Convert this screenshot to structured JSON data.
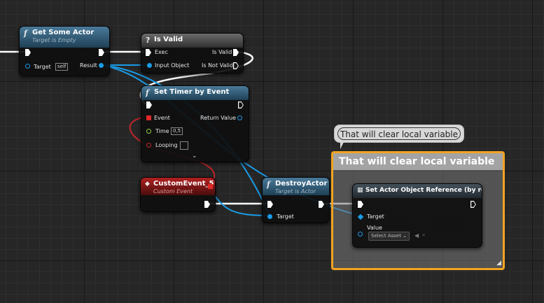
{
  "nodes": {
    "get_some_actor": {
      "title": "Get Some Actor",
      "subtitle": "Target is Empty",
      "target_label": "Target",
      "target_value": "self",
      "result_label": "Result"
    },
    "is_valid": {
      "title": "Is Valid",
      "exec_label": "Exec",
      "is_valid_label": "Is Valid",
      "input_label": "Input Object",
      "is_not_valid_label": "Is Not Valid"
    },
    "set_timer": {
      "title": "Set Timer by Event",
      "event_label": "Event",
      "return_label": "Return Value",
      "time_label": "Time",
      "time_value": "0,5",
      "looping_label": "Looping"
    },
    "custom_event": {
      "title": "CustomEvent_5",
      "subtitle": "Custom Event"
    },
    "destroy_actor": {
      "title": "DestroyActor",
      "subtitle": "Target is Actor",
      "target_label": "Target"
    },
    "set_actor_ref": {
      "title": "Set Actor Object Reference (by ref)",
      "target_label": "Target",
      "value_label": "Value",
      "select_asset": "Select Asset"
    }
  },
  "comment": {
    "title": "That will clear local variable",
    "bubble_text": "That will clear local variable",
    "color": "#f2a321"
  },
  "icons": {
    "function": "f",
    "macro": "?",
    "event": "◆",
    "variable": "▦"
  },
  "colors": {
    "exec_wire": "#ffffff",
    "object_wire": "#1a9be6",
    "delegate_wire": "#c0262d"
  }
}
